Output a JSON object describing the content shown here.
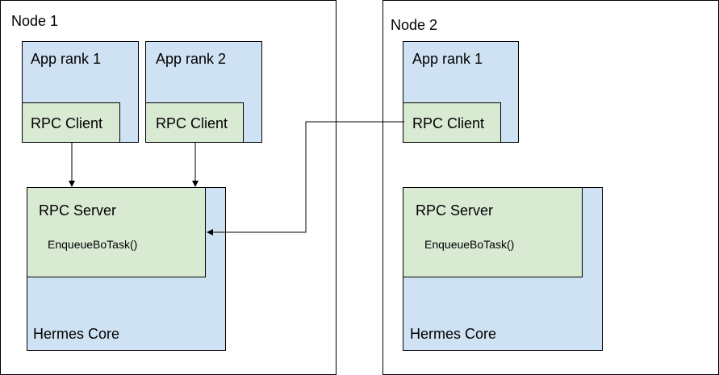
{
  "node1": {
    "title": "Node 1",
    "app_rank_1": {
      "label": "App rank 1",
      "client_label": "RPC Client"
    },
    "app_rank_2": {
      "label": "App rank 2",
      "client_label": "RPC Client"
    },
    "server": {
      "label": "RPC Server",
      "method": "EnqueueBoTask()"
    },
    "core": {
      "label": "Hermes Core"
    }
  },
  "node2": {
    "title": "Node 2",
    "app_rank_1": {
      "label": "App rank 1",
      "client_label": "RPC Client"
    },
    "server": {
      "label": "RPC Server",
      "method": "EnqueueBoTask()"
    },
    "core": {
      "label": "Hermes Core"
    }
  },
  "colors": {
    "app_and_core_fill": "#cfe2f3",
    "client_and_server_fill": "#d9ead3",
    "stroke": "#000000"
  }
}
